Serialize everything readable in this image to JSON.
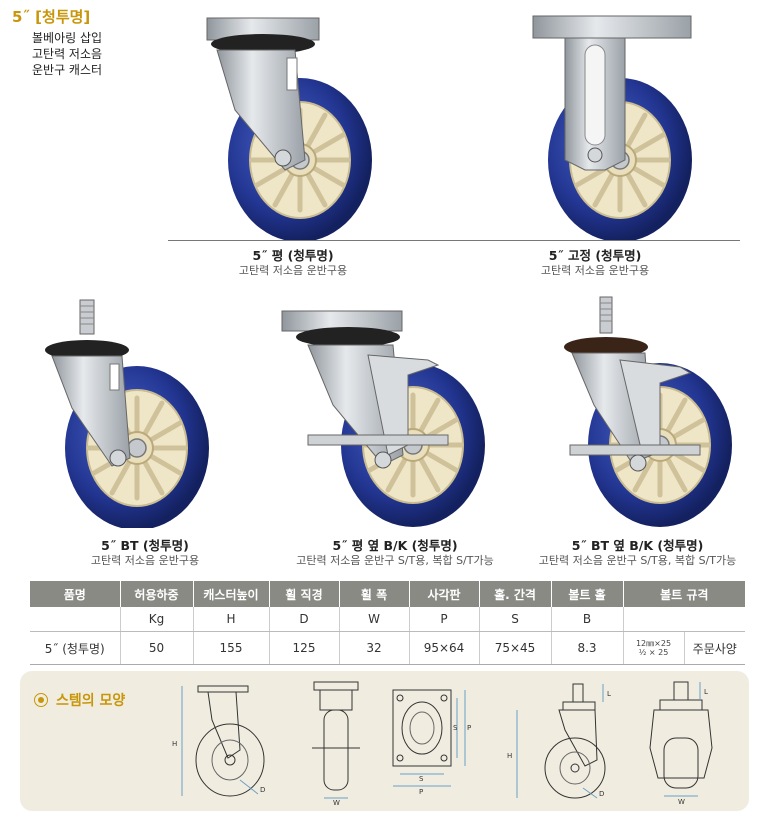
{
  "header": {
    "title": "5˝ [청투명]",
    "desc": [
      "볼베아링 삽입",
      "고탄력 저소음",
      "운반구 캐스터"
    ]
  },
  "products": [
    {
      "name": "5˝ 평 (청투명)",
      "sub1": "고탄력 저소음 운반구용",
      "icon": "swivel-caster"
    },
    {
      "name": "5˝ 고정 (청투명)",
      "sub1": "고탄력 저소음 운반구용",
      "icon": "rigid-caster"
    },
    {
      "name": "5˝ BT (청투명)",
      "sub1": "고탄력 저소음 운반구용",
      "icon": "bolt-caster"
    },
    {
      "name": "5˝ 평 옆 B/K (청투명)",
      "sub1": "고탄력 저소음 운반구 S/T용, 복합 S/T가능",
      "icon": "brake-caster"
    },
    {
      "name": "5˝ BT 옆 B/K (청투명)",
      "sub1": "고탄력 저소음 운반구 S/T용, 복합 S/T가능",
      "icon": "bolt-brake-caster"
    }
  ],
  "table": {
    "headers": [
      "품명",
      "허용하중",
      "캐스터높이",
      "휠 직경",
      "휠 폭",
      "사각판",
      "홀. 간격",
      "볼트 홀",
      "볼트 규격"
    ],
    "units": [
      "",
      "Kg",
      "H",
      "D",
      "W",
      "P",
      "S",
      "B",
      ""
    ],
    "row": [
      "5˝ (청투명)",
      "50",
      "155",
      "125",
      "32",
      "95×64",
      "75×45",
      "8.3"
    ],
    "bolt_spec_line1": "12㎜×25",
    "bolt_spec_line2": "½ × 25",
    "bolt_note": "주문사양"
  },
  "shape_panel": {
    "title": "스템의 모양",
    "labels": {
      "H": "H",
      "D": "D",
      "W": "W",
      "S": "S",
      "P": "P",
      "L": "L"
    }
  },
  "colors": {
    "accent": "#c8960a",
    "wheel_blue": "#2a3d9a",
    "hub_cream": "#ece3c4",
    "panel_bg": "#f0ede0",
    "table_header": "#8a8a85"
  }
}
